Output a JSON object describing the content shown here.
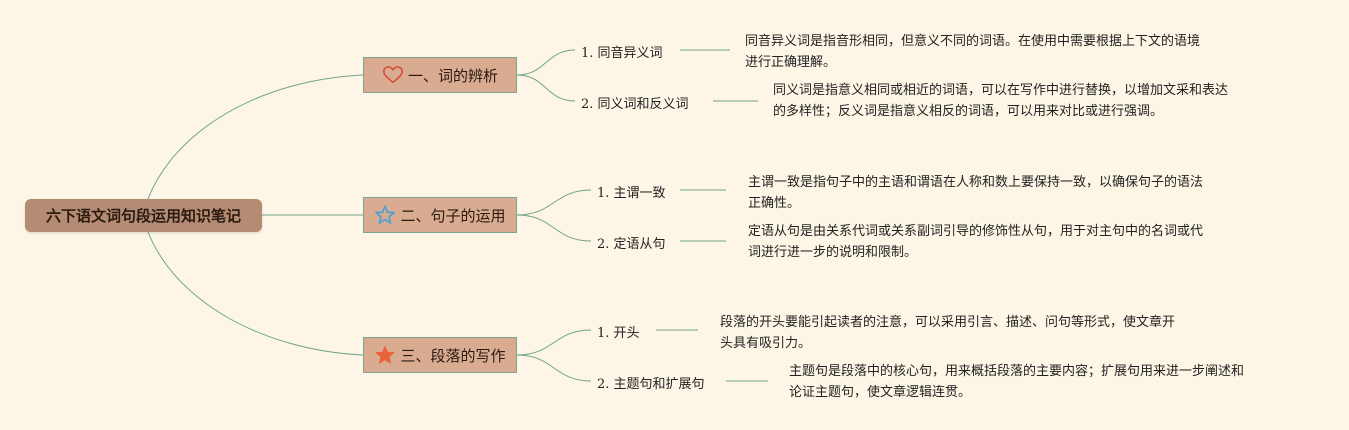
{
  "colors": {
    "background": "#fdf6e6",
    "root_fill": "#b48c74",
    "branch_fill": "#d9ab90",
    "branch_border": "#7aa592",
    "link": "#6fa38c",
    "icon_heart": "#d94f3a",
    "icon_star_outline": "#4a9fd6",
    "icon_star_filled": "#e8643c"
  },
  "root": {
    "label": "六下语文词句段运用知识笔记"
  },
  "branches": [
    {
      "label": "一、词的辨析",
      "icon": "heart-icon",
      "leaves": [
        {
          "label": "1. 同音异义词",
          "note": [
            "同音异义词是指音形相同，但意义不同的词语。在使用中需要根据上下文的语境",
            "进行正确理解。"
          ]
        },
        {
          "label": "2. 同义词和反义词",
          "note": [
            "同义词是指意义相同或相近的词语，可以在写作中进行替换，以增加文采和表达",
            "的多样性；反义词是指意义相反的词语，可以用来对比或进行强调。"
          ]
        }
      ]
    },
    {
      "label": "二、句子的运用",
      "icon": "star-outline-icon",
      "leaves": [
        {
          "label": "1. 主谓一致",
          "note": [
            "主谓一致是指句子中的主语和谓语在人称和数上要保持一致，以确保句子的语法",
            "正确性。"
          ]
        },
        {
          "label": "2. 定语从句",
          "note": [
            "定语从句是由关系代词或关系副词引导的修饰性从句，用于对主句中的名词或代",
            "词进行进一步的说明和限制。"
          ]
        }
      ]
    },
    {
      "label": "三、段落的写作",
      "icon": "star-filled-icon",
      "leaves": [
        {
          "label": "1. 开头",
          "note": [
            "段落的开头要能引起读者的注意，可以采用引言、描述、问句等形式，使文章开",
            "头具有吸引力。"
          ]
        },
        {
          "label": "2. 主题句和扩展句",
          "note": [
            "主题句是段落中的核心句，用来概括段落的主要内容；扩展句用来进一步阐述和",
            "论证主题句，使文章逻辑连贯。"
          ]
        }
      ]
    }
  ]
}
